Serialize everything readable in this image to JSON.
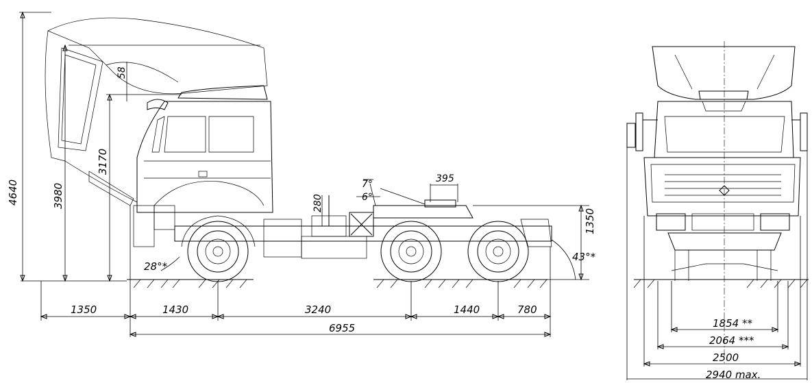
{
  "side_view": {
    "dimensions": {
      "total_height": "4640",
      "cab_tilt_height": "3980",
      "roof_height": "3170",
      "spoiler_offset": "58",
      "frame_height": "280",
      "fifth_wheel_height": "1350",
      "fifth_wheel_offset": "395",
      "angle_7": "7°",
      "angle_6": "6°",
      "approach_angle": "28°*",
      "departure_angle": "43°*",
      "front_overhang_tilt": "1350",
      "front_overhang": "1430",
      "wheelbase": "3240",
      "tandem_spacing": "1440",
      "rear_overhang": "780",
      "overall_length": "6955"
    }
  },
  "front_view": {
    "dimensions": {
      "front_track": "1854 **",
      "rear_track": "2064 ***",
      "overall_width": "2500",
      "mirror_width": "2940 max."
    }
  }
}
